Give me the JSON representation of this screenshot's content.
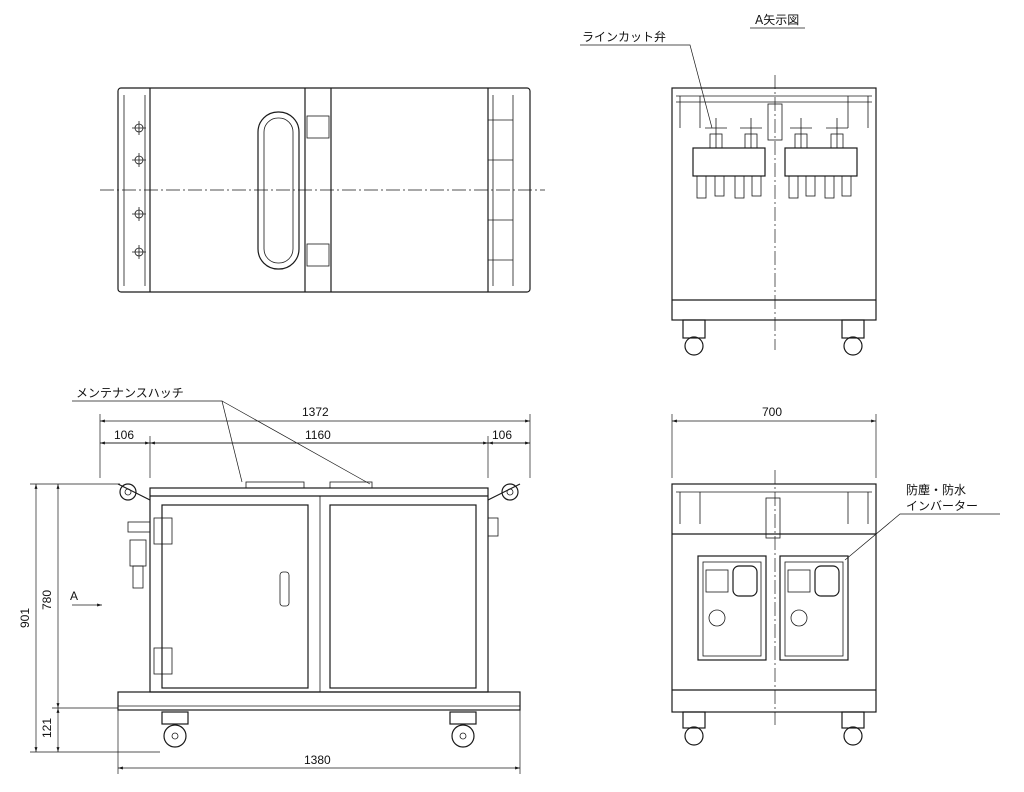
{
  "labels": {
    "view_a_title": "A矢示図",
    "line_cut_valve": "ラインカット弁",
    "maintenance_hatch": "メンテナンスハッチ",
    "inverter_line1": "防塵・防水",
    "inverter_line2": "インバーター",
    "view_arrow": "A"
  },
  "dimensions": {
    "overall_width": "1372",
    "side_left": "106",
    "center": "1160",
    "side_right": "106",
    "overall_height": "901",
    "body_height": "780",
    "base_height": "121",
    "base_length": "1380",
    "front_width": "700"
  },
  "colors": {
    "line": "#1a1a1a",
    "background": "#ffffff"
  }
}
